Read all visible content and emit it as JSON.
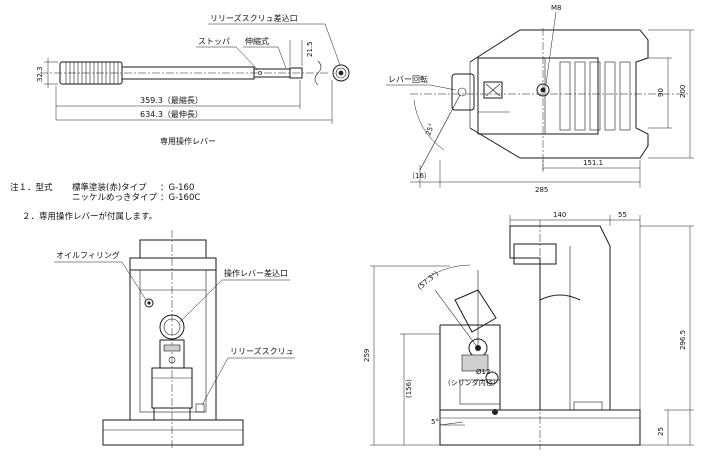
{
  "lever_view": {
    "label_release_screw_port": "リリーズスクリュ差込口",
    "label_stopper": "ストッパ",
    "label_telescopic": "伸縮式",
    "dim_diameter": "32.3",
    "dim_height": "21.5",
    "dim_min_length": "359.3（最縮長）",
    "dim_max_length": "634.3（最伸長）",
    "caption": "専用操作レバー"
  },
  "notes": {
    "line1_label": "注１．型式",
    "line1_type": "標準塗装(赤)タイプ",
    "line1_code": "：G-160",
    "line2_type": "ニッケルめっきタイプ",
    "line2_code": "：G-160C",
    "line3": "２．専用操作レバーが付属します。"
  },
  "top_view": {
    "label_m8": "M8",
    "label_lever_rotation": "レバー回転",
    "dim_angle": "25°",
    "dim_16": "（16）",
    "dim_151": "151.1",
    "dim_285": "285",
    "dim_90": "90",
    "dim_200": "200"
  },
  "front_view": {
    "label_oil_filling": "オイルフィリング",
    "label_lever_port": "操作レバー差込口",
    "label_release_screw": "リリーズスクリュ"
  },
  "side_view": {
    "dim_140": "140",
    "dim_55": "55",
    "dim_angle": "(57.3°)",
    "dim_259": "259",
    "dim_296": "296.5",
    "dim_156": "(156)",
    "dim_phi12": "Ø12",
    "label_cylinder": "(シリンダ内径)",
    "dim_5deg": "5°",
    "dim_25": "25"
  }
}
